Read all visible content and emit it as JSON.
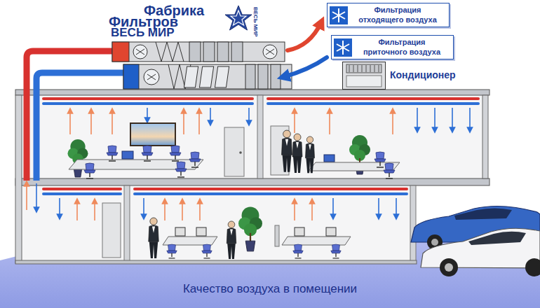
{
  "diagram": {
    "caption": "Качество воздуха в помещении",
    "nodes": [
      {
        "text": [
          "Фильтрация отходящего воздуха"
        ]
      },
      {
        "text": [
          "Фильтрация приточного воздуха"
        ]
      },
      {
        "text": [
          "Кондиционер"
        ]
      }
    ],
    "labels": [
      "Фабрика",
      "Фильтров",
      "ВЕСЬ МИР",
      "ВЕСЬ МИР"
    ]
  }
}
